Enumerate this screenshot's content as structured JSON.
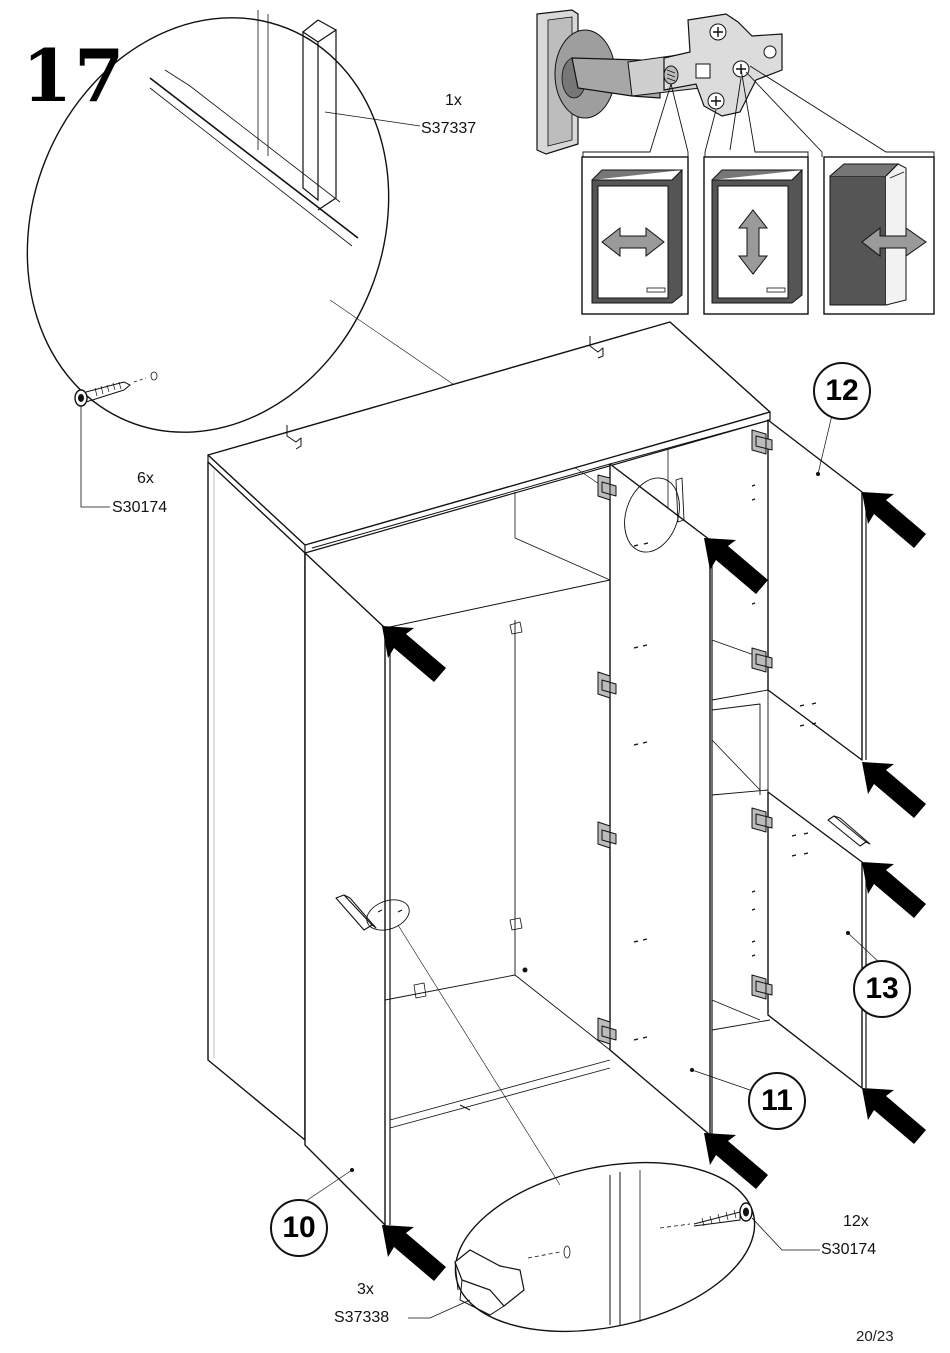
{
  "step_number": "17",
  "page_number": "20/23",
  "parts": {
    "handle_profile": {
      "qty": "1x",
      "code": "S37337"
    },
    "screw_top": {
      "qty": "6x",
      "code": "S30174"
    },
    "screw_bottom": {
      "qty": "12x",
      "code": "S30174"
    },
    "handle_small": {
      "qty": "3x",
      "code": "S37338"
    }
  },
  "door_callouts": {
    "door_10": "10",
    "door_11": "11",
    "door_12": "12",
    "door_13": "13"
  },
  "hinge_adjustments": [
    {
      "direction": "horizontal-arrow-icon"
    },
    {
      "direction": "vertical-arrow-icon"
    },
    {
      "direction": "depth-arrow-icon"
    }
  ]
}
